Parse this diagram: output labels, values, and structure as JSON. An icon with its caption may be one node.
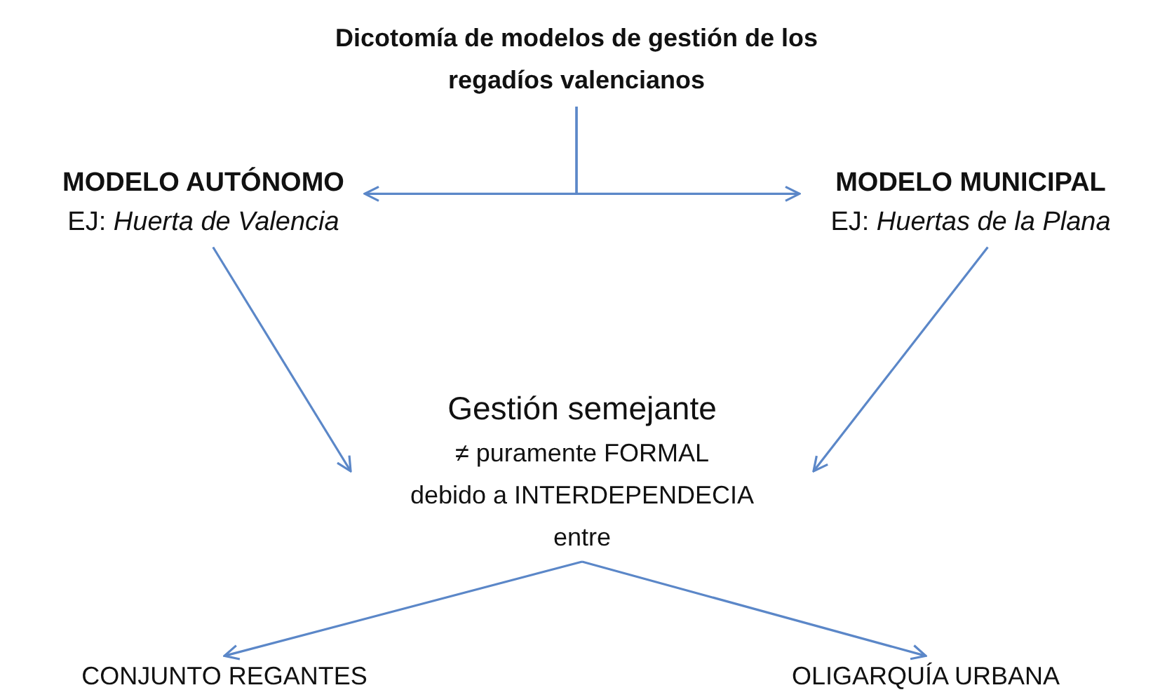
{
  "diagram": {
    "nodes": [
      {
        "text": [
          "Dicotomía de modelos de gestión de los regadíos valencianos"
        ]
      },
      {
        "text": [
          "MODELO AUTÓNOMO",
          "EJ: *Huerta de Valencia*"
        ]
      },
      {
        "text": [
          "MODELO MUNICIPAL",
          "EJ: *Huertas de la Plana*"
        ]
      },
      {
        "text": [
          "Gestión semejante",
          "≠ puramente FORMAL",
          "debido a INTERDEPENDECIA",
          "entre"
        ]
      },
      {
        "text": [
          "CONJUNTO REGANTES"
        ]
      },
      {
        "text": [
          "OLIGARQUÍA URBANA"
        ]
      }
    ],
    "edges": [
      {
        "from": 0,
        "to": 1,
        "arrow": "to"
      },
      {
        "from": 0,
        "to": 2,
        "arrow": "to"
      },
      {
        "from": 1,
        "to": 3,
        "arrow": "to"
      },
      {
        "from": 2,
        "to": 3,
        "arrow": "to"
      },
      {
        "from": 3,
        "to": 4,
        "arrow": "to"
      },
      {
        "from": 3,
        "to": 5,
        "arrow": "to"
      }
    ]
  }
}
